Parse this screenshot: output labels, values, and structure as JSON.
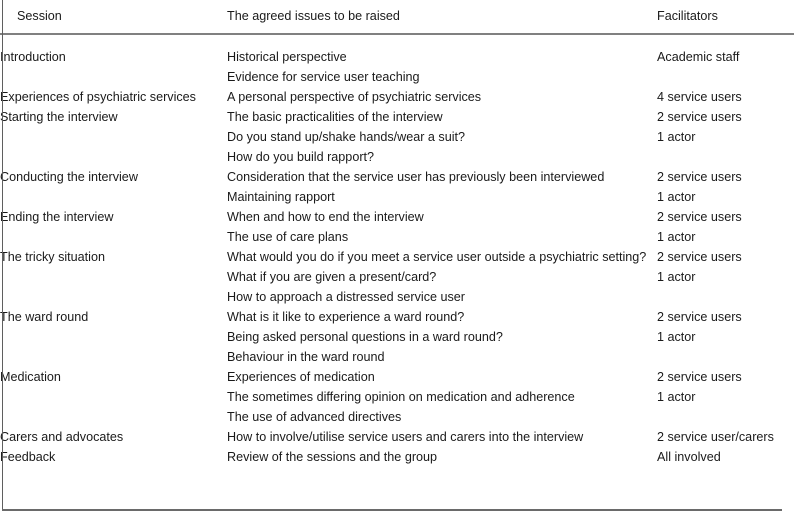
{
  "table": {
    "columns": [
      {
        "key": "session",
        "label": "Session"
      },
      {
        "key": "issues",
        "label": "The agreed issues to be raised"
      },
      {
        "key": "facilitators",
        "label": "Facilitators"
      }
    ],
    "rows": [
      {
        "session": "Introduction",
        "issues": [
          "Historical perspective",
          "Evidence for service user teaching"
        ],
        "facilitators": [
          "Academic staff"
        ]
      },
      {
        "session": "Experiences of psychiatric services",
        "issues": [
          "A personal perspective of psychiatric services"
        ],
        "facilitators": [
          "4 service users"
        ]
      },
      {
        "session": "Starting the interview",
        "issues": [
          "The basic practicalities of the interview",
          "Do you stand up/shake hands/wear a suit?",
          "How do you build rapport?"
        ],
        "facilitators": [
          "2 service users",
          "1 actor"
        ]
      },
      {
        "session": "Conducting the interview",
        "issues": [
          "Consideration that the service user has previously been interviewed",
          "Maintaining rapport"
        ],
        "facilitators": [
          "2 service users",
          "1 actor"
        ]
      },
      {
        "session": "Ending the interview",
        "issues": [
          "When and how to end the interview",
          "The use of care plans"
        ],
        "facilitators": [
          "2 service users",
          "1 actor"
        ]
      },
      {
        "session": "The tricky situation",
        "issues": [
          "What would you do if you meet a service user outside a psychiatric setting?",
          "What if you are given a present/card?",
          "How to approach a distressed service user"
        ],
        "facilitators": [
          "2 service users",
          "1 actor"
        ]
      },
      {
        "session": "The ward round",
        "issues": [
          "What is it like to experience a ward round?",
          "Being asked personal questions in a ward round?",
          "Behaviour in the ward round"
        ],
        "facilitators": [
          "2 service users",
          "1 actor"
        ]
      },
      {
        "session": "Medication",
        "issues": [
          "Experiences of medication",
          "The sometimes differing opinion on medication and adherence",
          "The use of advanced directives"
        ],
        "facilitators": [
          "2 service users",
          "1 actor"
        ]
      },
      {
        "session": "Carers and advocates",
        "issues": [
          "How to involve/utilise service users and carers into the interview"
        ],
        "facilitators": [
          "2 service user/carers"
        ]
      },
      {
        "session": "Feedback",
        "issues": [
          "Review of the sessions and the group"
        ],
        "facilitators": [
          "All involved"
        ]
      }
    ]
  }
}
